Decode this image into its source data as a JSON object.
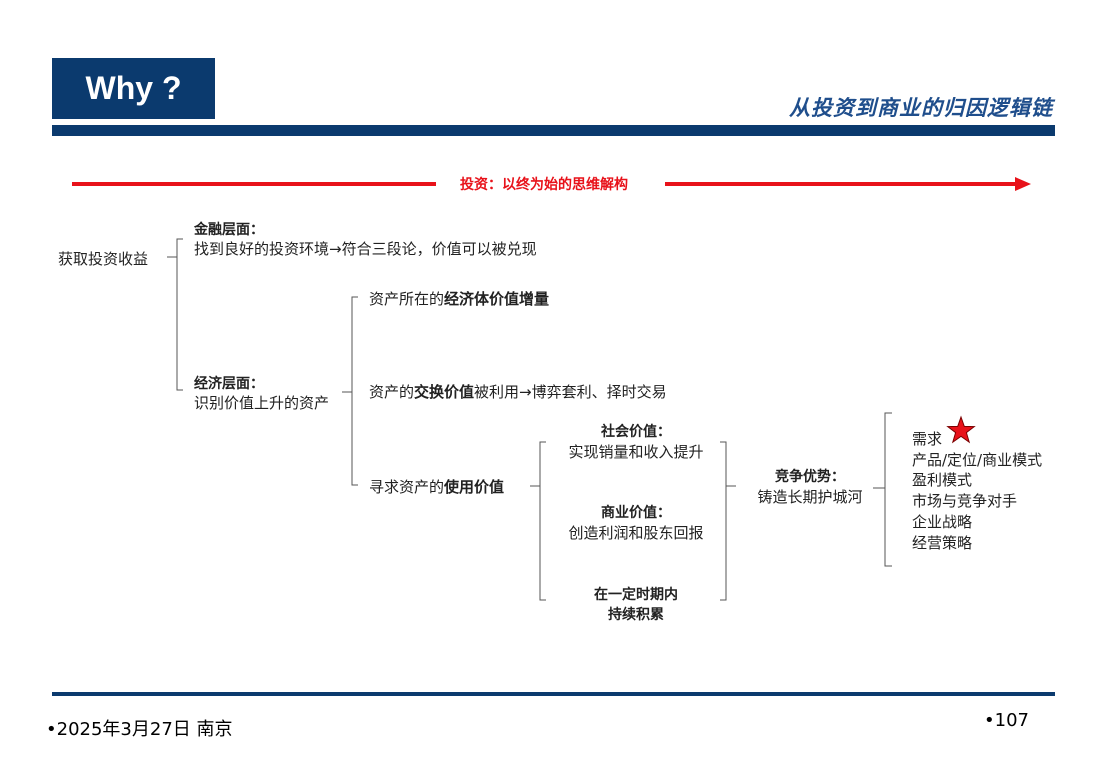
{
  "header": {
    "why_label": "Why ?",
    "subtitle": "从投资到商业的归因逻辑链"
  },
  "arrow_title": "投资：以终为始的思维解构",
  "root": "获取投资收益",
  "finance": {
    "title": "金融层面：",
    "desc": "找到良好的投资环境→符合三段论，价值可以被兑现"
  },
  "economy": {
    "title": "经济层面：",
    "desc": "识别价值上升的资产"
  },
  "asset_branches": {
    "b1_pre": "资产所在的",
    "b1_bold": "经济体价值增量",
    "b2_pre": "资产的",
    "b2_bold": "交换价值",
    "b2_post": "被利用→博弈套利、择时交易",
    "b3_pre": "寻求资产的",
    "b3_bold": "使用价值"
  },
  "use_value": {
    "social_title": "社会价值：",
    "social_desc": "实现销量和收入提升",
    "business_title": "商业价值：",
    "business_desc": "创造利润和股东回报",
    "sustain_line1": "在一定时期内",
    "sustain_line2": "持续积累"
  },
  "advantage": {
    "title": "竞争优势：",
    "desc": "铸造长期护城河"
  },
  "factors": [
    "需求",
    "产品/定位/商业模式",
    "盈利模式",
    "市场与竞争对手",
    "企业战略",
    "经营策略"
  ],
  "footer": {
    "date": "•2025年3月27日 南京",
    "page": "•107"
  },
  "colors": {
    "brand": "#0b3a6e",
    "arrow": "#e8121a",
    "star": "#e8121a"
  },
  "icons": {
    "star": "star-icon"
  }
}
